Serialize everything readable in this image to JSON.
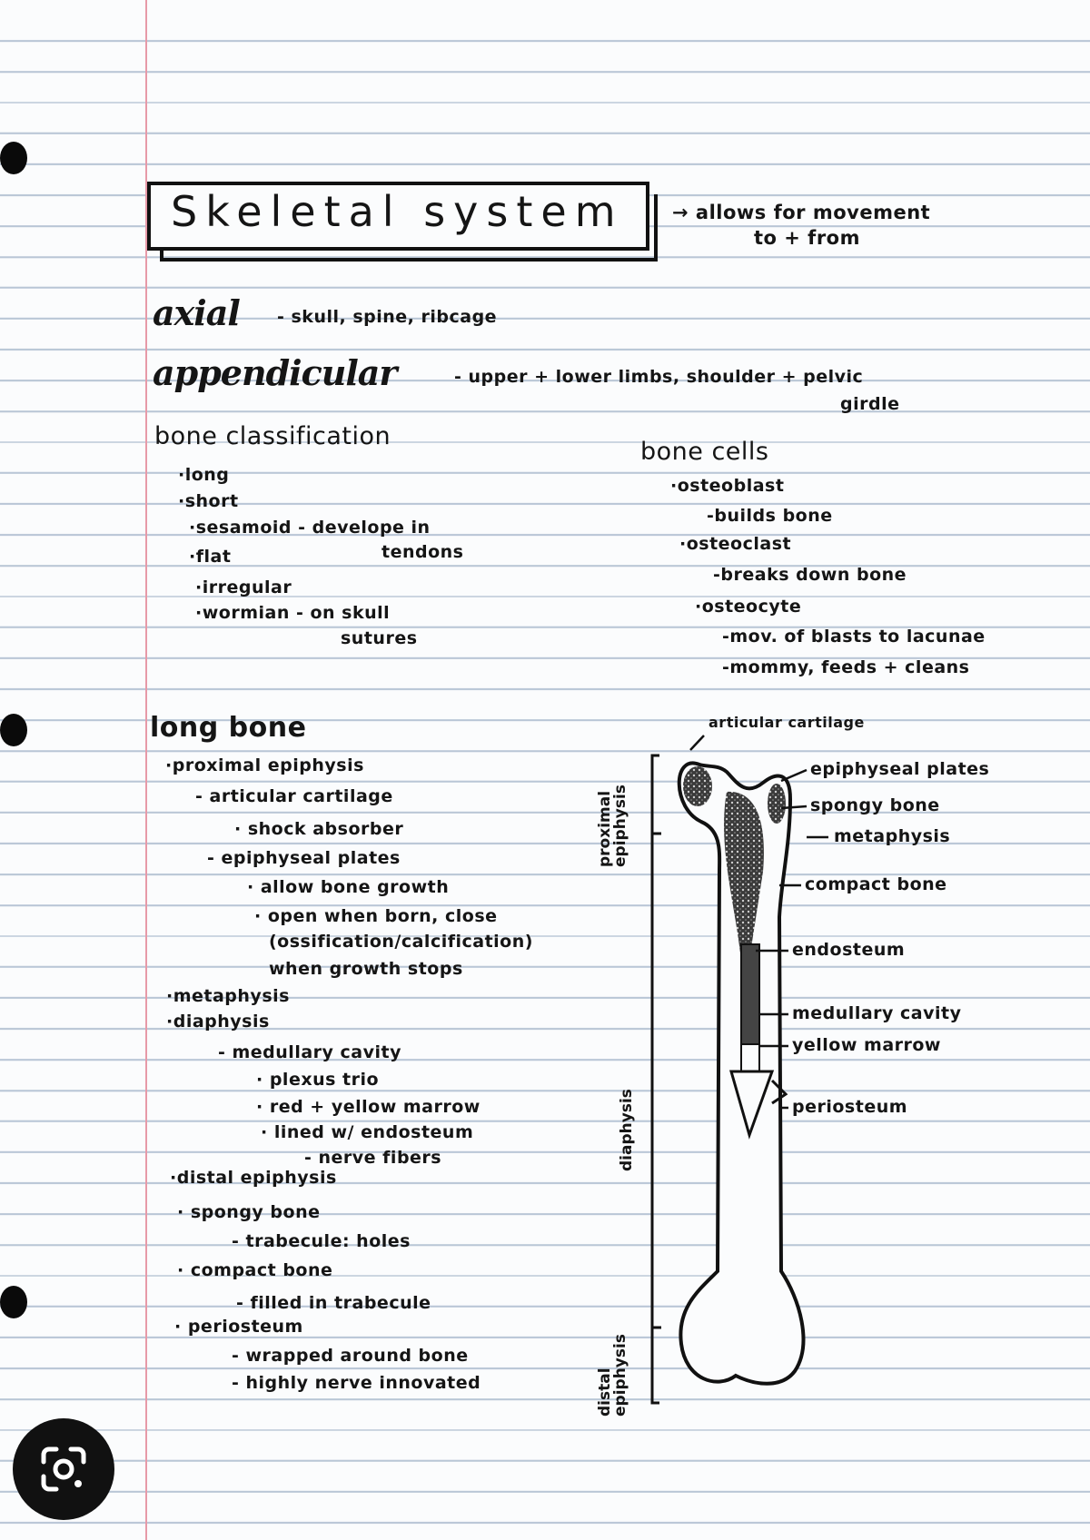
{
  "title": "Skeletal system",
  "title_note": [
    "→ allows for movement",
    "to + from"
  ],
  "axial": {
    "term": "axial",
    "def": "- skull, spine, ribcage"
  },
  "appendicular": {
    "term": "appendicular",
    "def": "- upper + lower limbs, shoulder + pelvic",
    "def2": "girdle"
  },
  "classification": {
    "heading": "bone classification",
    "items": [
      "·long",
      "·short",
      "·sesamoid - develope in",
      "tendons",
      "·flat",
      "·irregular",
      "·wormian - on skull",
      "sutures"
    ]
  },
  "cells": {
    "heading": "bone cells",
    "items": [
      "·osteoblast",
      "-builds bone",
      "·osteoclast",
      "-breaks down bone",
      "·osteocyte",
      "-mov. of blasts to lacunae",
      "-mommy, feeds + cleans"
    ]
  },
  "long_bone": {
    "heading": "long bone",
    "lines": [
      "·proximal epiphysis",
      "- articular cartilage",
      "· shock absorber",
      "- epiphyseal plates",
      "· allow bone growth",
      "· open when born, close",
      "(ossification/calcification)",
      "when growth stops",
      "·metaphysis",
      "·diaphysis",
      "- medullary cavity",
      "· plexus trio",
      "· red + yellow marrow",
      "· lined w/ endosteum",
      "- nerve fibers",
      "·distal epiphysis",
      "· spongy bone",
      "- trabecule: holes",
      "· compact bone",
      "- filled in trabecule",
      "· periosteum",
      "- wrapped around bone",
      "- highly nerve innovated"
    ]
  },
  "diagram": {
    "labels": [
      "articular cartilage",
      "epiphyseal plates",
      "spongy bone",
      "metaphysis",
      "compact bone",
      "endosteum",
      "medullary cavity",
      "yellow marrow",
      "periosteum"
    ],
    "regions": [
      "proximal epiphysis",
      "diaphysis",
      "distal epiphysis"
    ]
  },
  "lens_button": {
    "icon": "google-lens-icon"
  }
}
